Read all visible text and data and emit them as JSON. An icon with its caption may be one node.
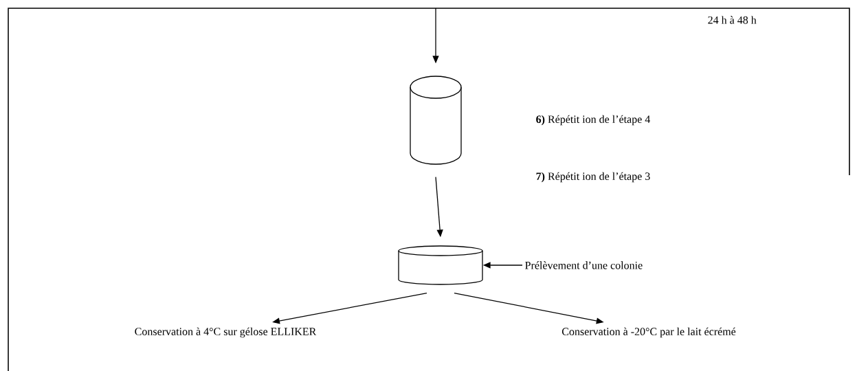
{
  "diagram": {
    "nodes": [
      {
        "text": [],
        "shape": "cylinder"
      },
      {
        "text": [],
        "shape": "cylinder"
      },
      {
        "text": [
          "Prélèvement d’une colonie"
        ]
      },
      {
        "text": [
          "Conservation à 4°C sur gélose ELLIKER"
        ]
      },
      {
        "text": [
          "Conservation à -20°C  par le lait écrémé"
        ]
      }
    ],
    "edges": [
      {
        "from": null,
        "to": 0,
        "arrow": "to"
      },
      {
        "from": 0,
        "to": 1,
        "arrow": "to"
      },
      {
        "from": 2,
        "to": 1,
        "arrow": "to"
      },
      {
        "from": 1,
        "to": 3,
        "arrow": "to"
      },
      {
        "from": 1,
        "to": 4,
        "arrow": "to"
      }
    ],
    "labels": [
      "24 h à 48 h",
      "**6)** Répétit ion de l’étape 4",
      "**7)** Répétit ion de l’étape 3"
    ]
  }
}
